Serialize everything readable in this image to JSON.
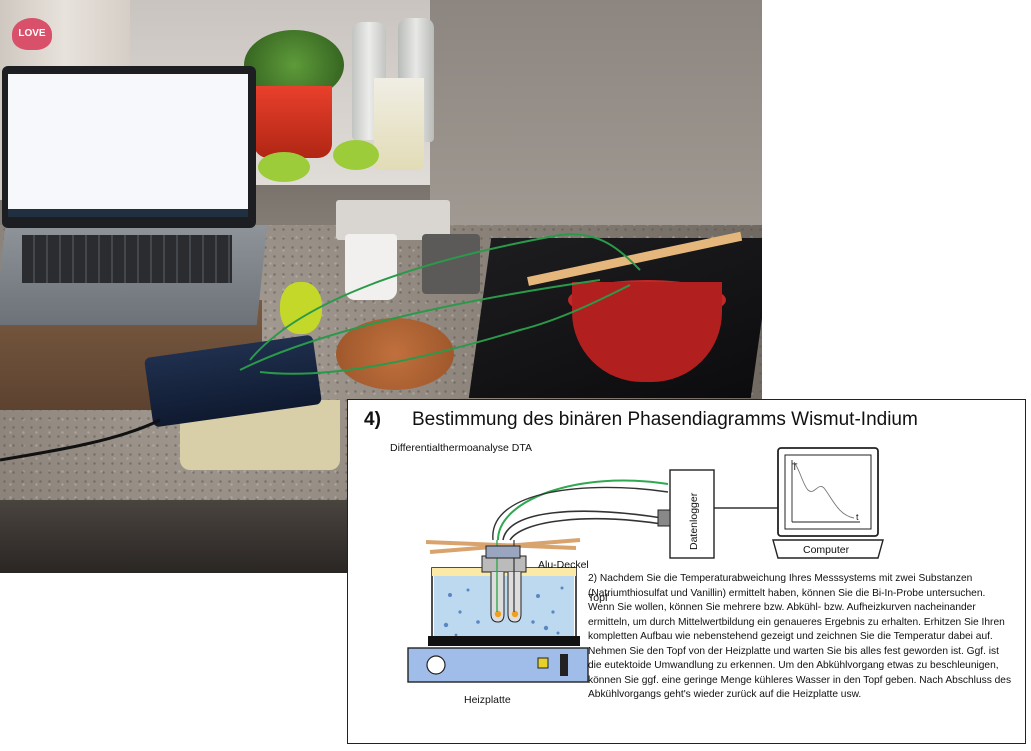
{
  "photo": {
    "heart_text": "LOVE"
  },
  "slide": {
    "number": "4)",
    "title": "Bestimmung des binären Phasendiagramms Wismut-Indium",
    "subtitle": "Differentialthermoanalyse DTA",
    "labels": {
      "datalogger": "Datenlogger",
      "computer": "Computer",
      "alu_deckel": "Alu-Deckel",
      "topf": "Topf",
      "heizplatte": "Heizplatte",
      "axis_t_upper": "T",
      "axis_t_lower": "t"
    },
    "paragraph": "2) Nachdem Sie die Temperaturabweichung Ihres Messsystems mit zwei Substanzen (Natriumthiosulfat und Vanillin) ermittelt haben, können Sie die Bi-In-Probe untersuchen. Wenn Sie wollen, können Sie mehrere bzw. Abkühl- bzw. Aufheizkurven nacheinander ermitteln, um durch Mittelwertbildung ein genaueres Ergebnis zu erhalten. Erhitzen Sie Ihren kompletten Aufbau wie nebenstehend gezeigt und zeichnen Sie die Temperatur dabei auf. Nehmen Sie den Topf  von der Heizplatte und warten Sie bis alles fest geworden ist. Ggf. ist die eutektoide Umwandlung zu erkennen. Um den Abkühlvorgang etwas zu beschleunigen, können Sie ggf. eine geringe Menge kühleres Wasser in den Topf geben. Nach Abschluss des Abkühlvorgangs geht's wieder zurück auf die Heizplatte usw."
  },
  "colors": {
    "wire_green": "#2fa84f",
    "wire_dark": "#333333",
    "hotplate_blue": "#9fbde8",
    "water_blue": "#bcd9ef",
    "pot_yellow": "#fbe9a8",
    "stick_wood": "#d9a36e"
  }
}
